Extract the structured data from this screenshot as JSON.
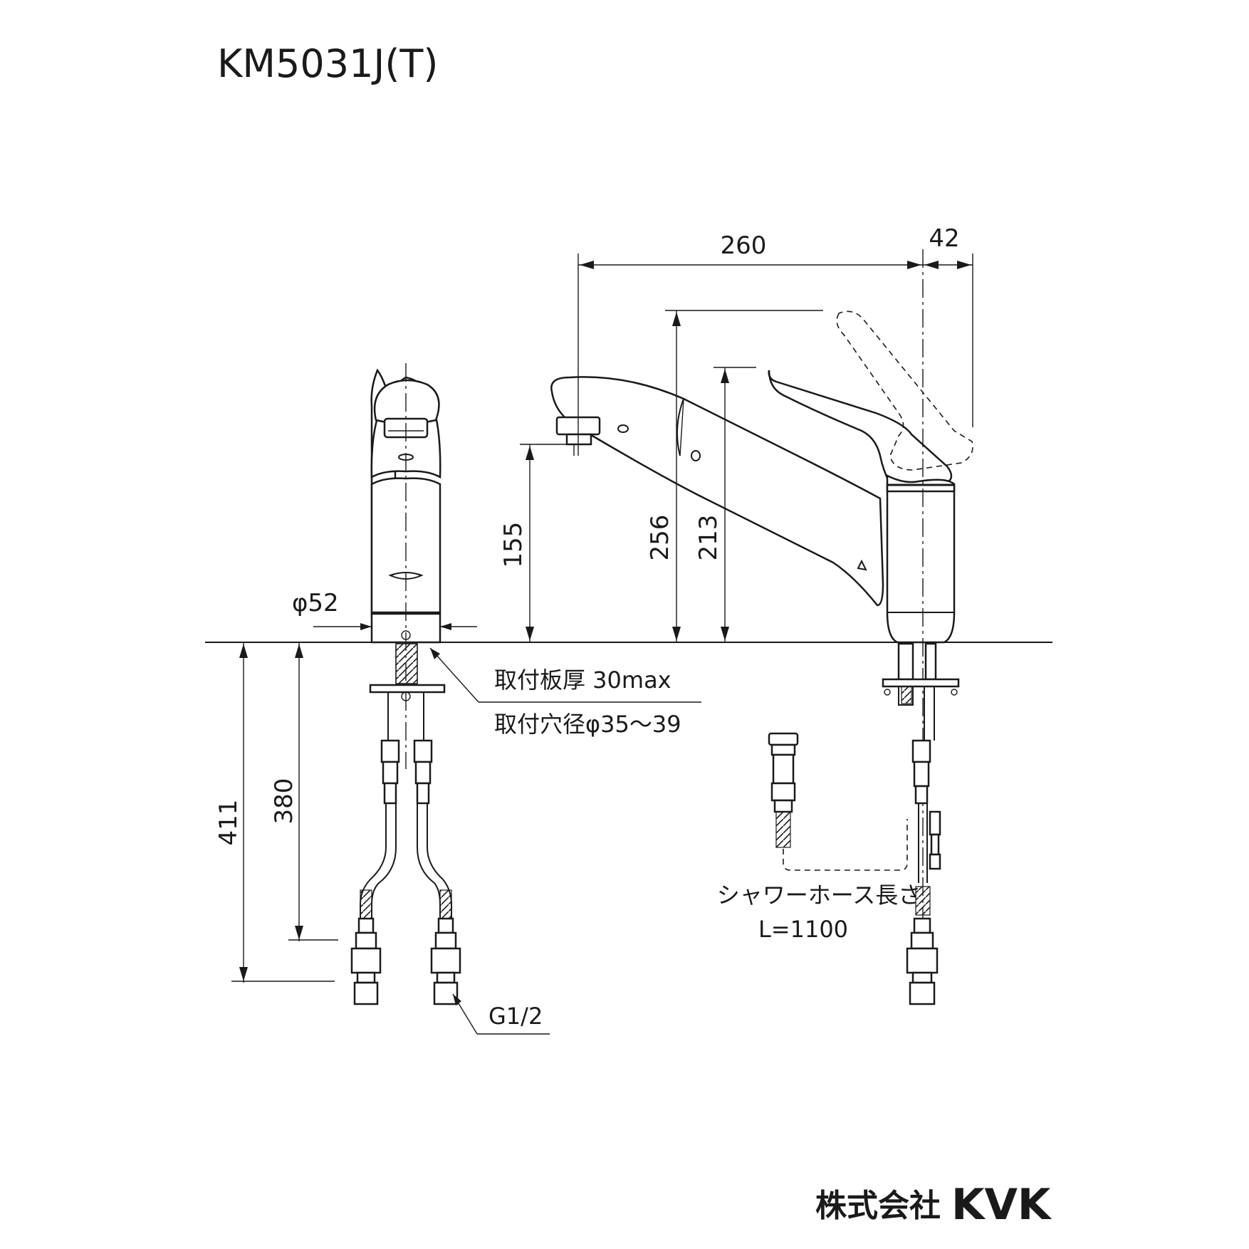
{
  "title": "KM5031J(T)",
  "dimensions": {
    "spout_reach": "260",
    "handle_offset": "42",
    "handle_height": "256",
    "body_height": "213",
    "spout_height": "155",
    "base_diameter": "φ52",
    "overall_depth": "411",
    "hose_depth": "380"
  },
  "notes": {
    "mount_thickness": "取付板厚 30max",
    "mount_hole": "取付穴径φ35～39",
    "thread": "G1/2",
    "shower_hose_label": "シャワーホース長さ",
    "shower_hose_length": "L=1100"
  },
  "brand": {
    "company": "株式会社",
    "logo": "KVK"
  }
}
